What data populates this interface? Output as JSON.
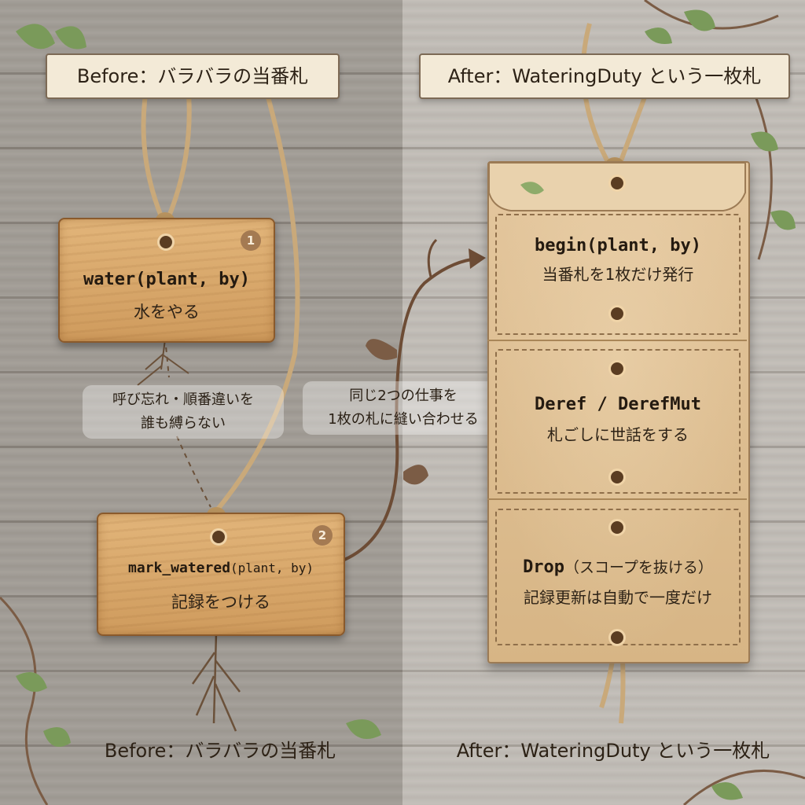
{
  "before": {
    "title": "Before：バラバラの当番札",
    "footer": "Before：バラバラの当番札",
    "card1": {
      "badge": "1",
      "code": "water(plant, by)",
      "desc": "水をやる"
    },
    "card2": {
      "badge": "2",
      "code_name": "mark_watered",
      "code_args": "(plant, by)",
      "desc": "記録をつける"
    },
    "note_lines": [
      "呼び忘れ・順番違いを",
      "誰も縛らない"
    ]
  },
  "middle": {
    "note_lines": [
      "同じ2つの仕事を",
      "1枚の札に縫い合わせる"
    ]
  },
  "after": {
    "title": "After：WateringDuty という一枚札",
    "footer": "After：WateringDuty という一枚札",
    "sections": [
      {
        "code": "begin(plant, by)",
        "desc": "当番札を1枚だけ発行"
      },
      {
        "code": "Deref / DerefMut",
        "desc": "札ごしに世話をする"
      },
      {
        "code": "Drop",
        "code_suffix": "（スコープを抜ける）",
        "desc": "記録更新は自動で一度だけ"
      }
    ]
  },
  "colors": {
    "rope": "#c9a97a",
    "wood": "#d9a86a",
    "paper": "#e0c195",
    "leaf": "#7a9a5a",
    "vine": "#7b5c45"
  }
}
